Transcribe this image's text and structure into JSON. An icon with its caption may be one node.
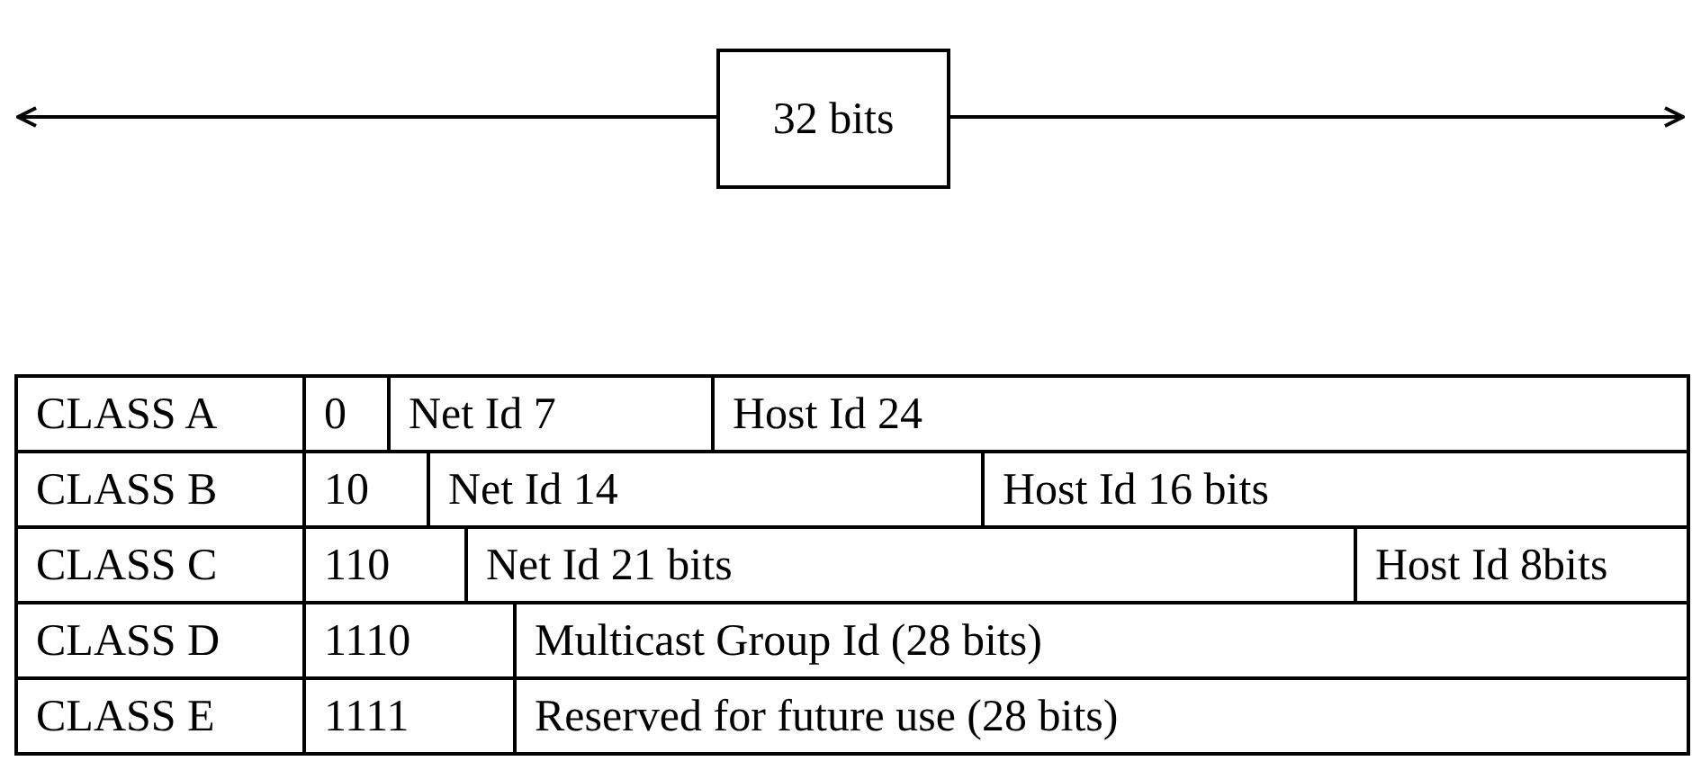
{
  "diagram": {
    "labels": [
      "32 bits",
      "CLASS A",
      "0",
      "Net Id 7",
      "Host Id 24",
      "CLASS B",
      "10",
      "Net Id 14",
      "Host Id 16 bits",
      "CLASS C",
      "110",
      "Net Id 21 bits",
      "Host Id 8bits",
      "CLASS D",
      "1110",
      "Multicast Group Id (28 bits)",
      "CLASS E",
      "1111",
      "Reserved for future use (28 bits)"
    ]
  }
}
